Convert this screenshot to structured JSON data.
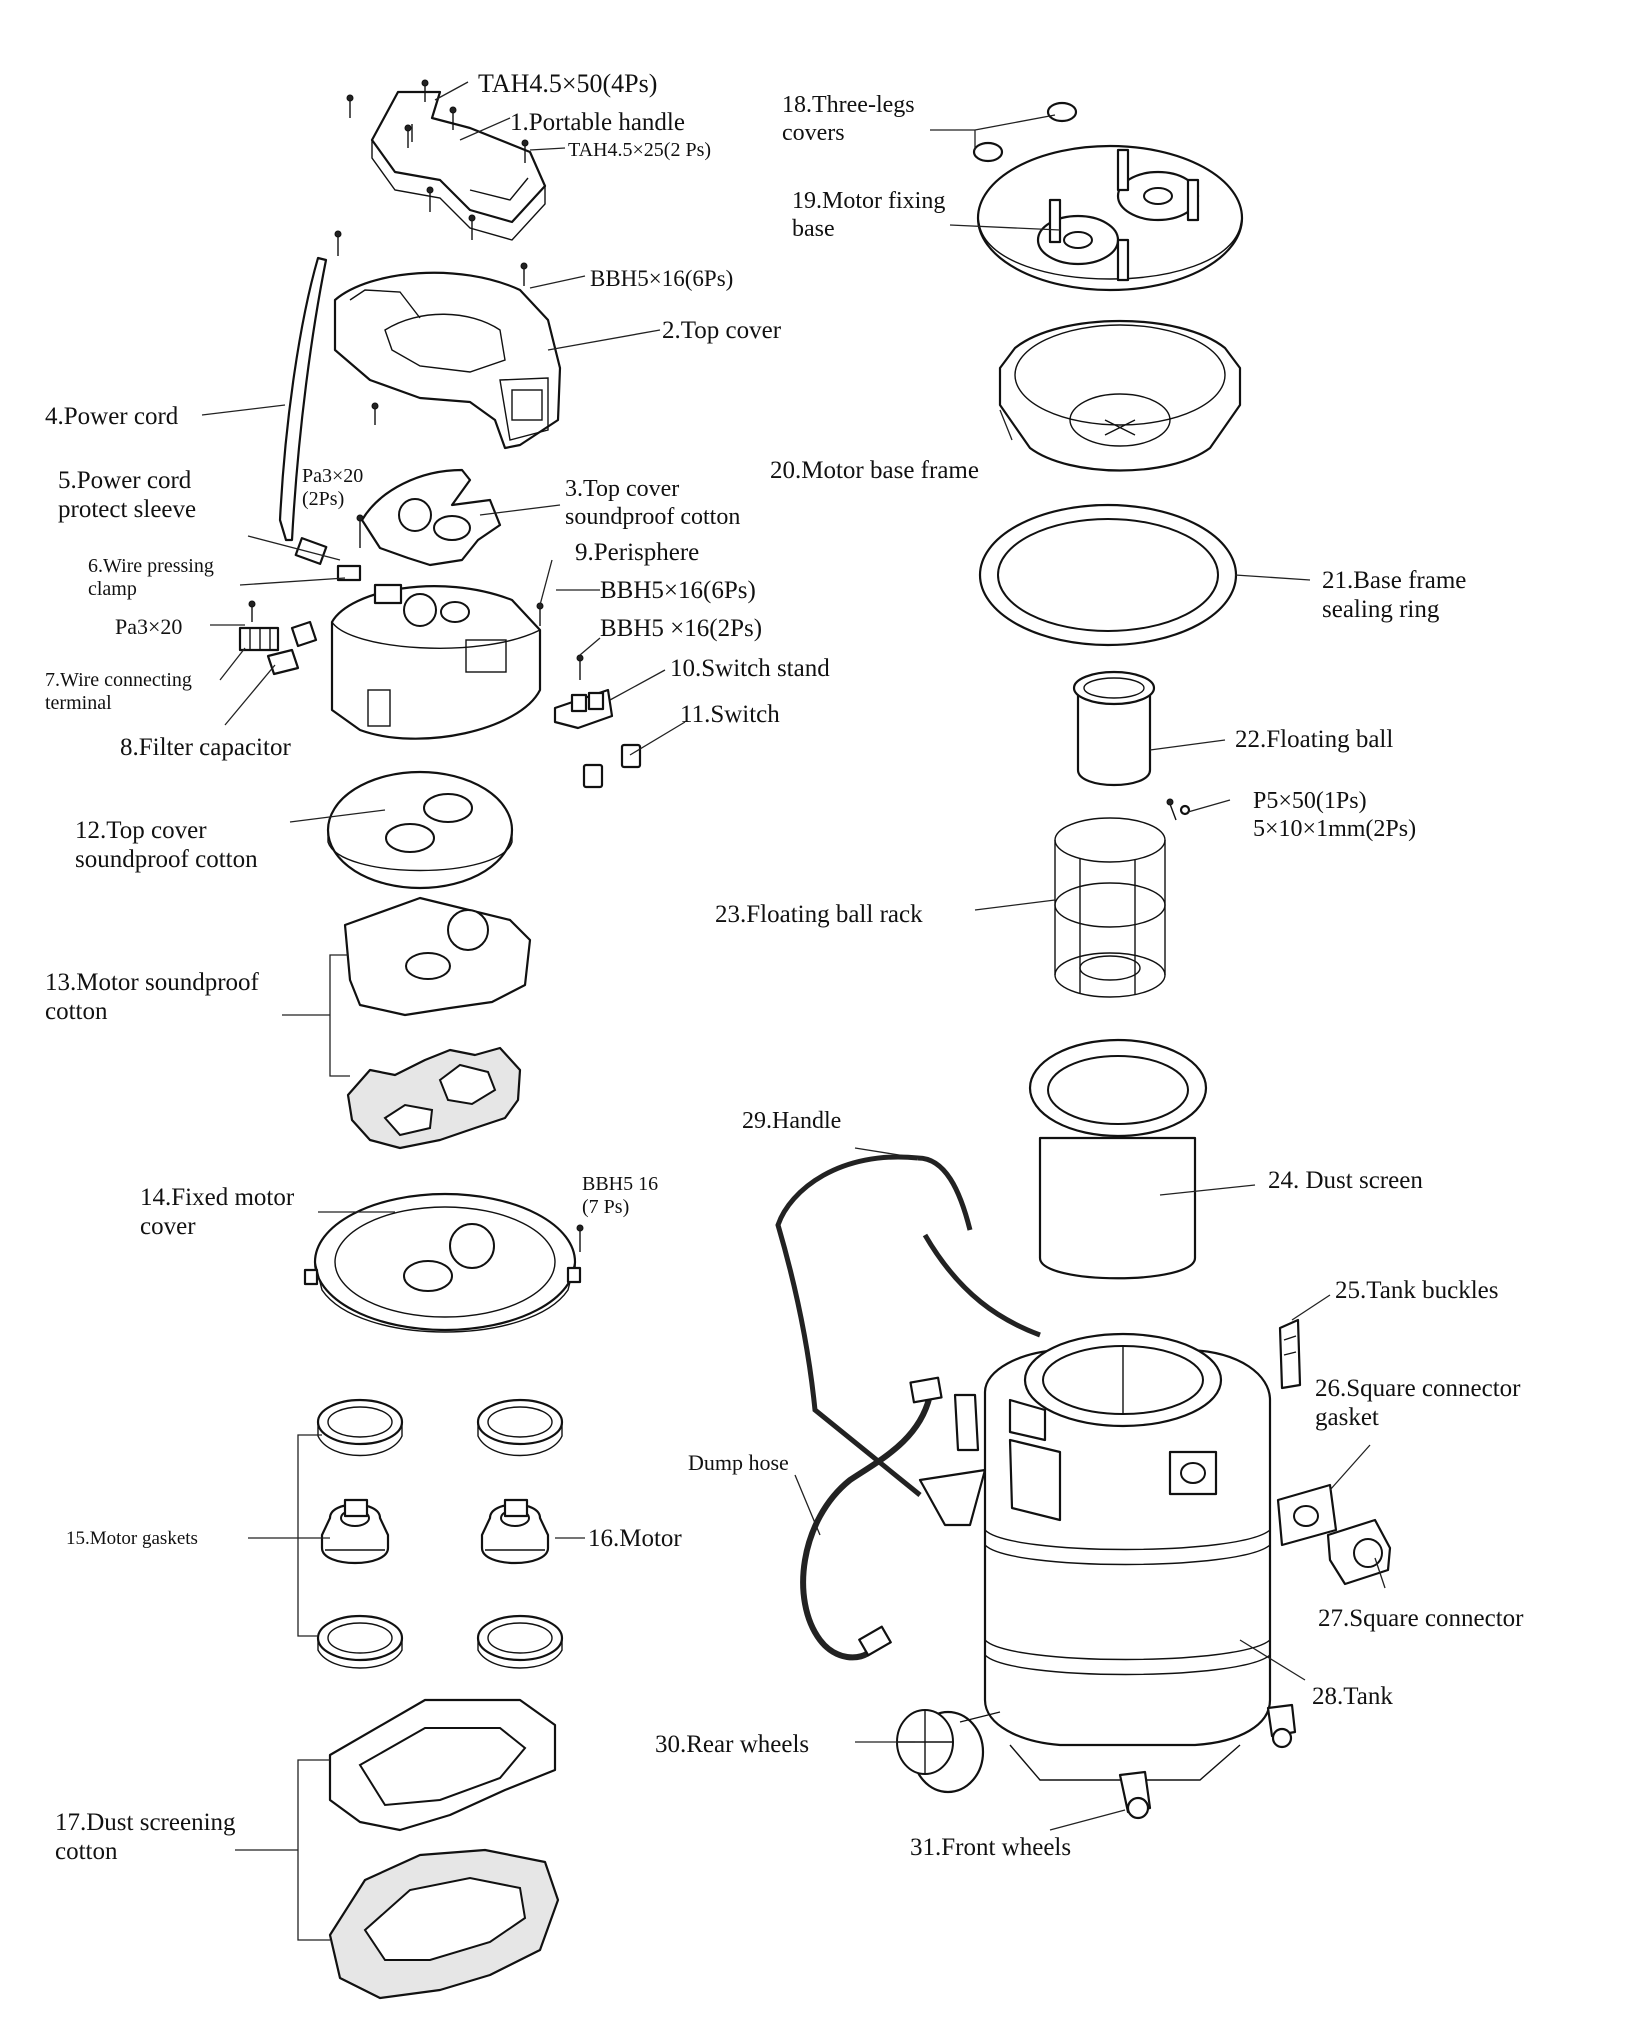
{
  "labels": [
    {
      "key": "fastener-tah-50",
      "lines": [
        "TAH4.5×50(4Ps)"
      ]
    },
    {
      "key": "portable-handle",
      "lines": [
        "1.Portable handle"
      ]
    },
    {
      "key": "fastener-tah-25",
      "lines": [
        "TAH4.5×25(2 Ps)"
      ]
    },
    {
      "key": "fastener-bbh-top",
      "lines": [
        "BBH5×16(6Ps)"
      ]
    },
    {
      "key": "top-cover",
      "lines": [
        "2.Top cover"
      ]
    },
    {
      "key": "power-cord",
      "lines": [
        "4.Power cord"
      ]
    },
    {
      "key": "power-cord-sleeve",
      "lines": [
        "5.Power cord",
        "protect sleeve"
      ]
    },
    {
      "key": "fastener-pa-2",
      "lines": [
        "Pa3×20",
        "(2Ps)"
      ]
    },
    {
      "key": "top-cover-cotton-3",
      "lines": [
        "3.Top cover",
        "soundproof cotton"
      ]
    },
    {
      "key": "wire-clamp",
      "lines": [
        "6.Wire pressing",
        "clamp"
      ]
    },
    {
      "key": "perisphere",
      "lines": [
        "9.Perisphere"
      ]
    },
    {
      "key": "fastener-bbh-6",
      "lines": [
        "BBH5×16(6Ps)"
      ]
    },
    {
      "key": "fastener-pa",
      "lines": [
        "Pa3×20"
      ]
    },
    {
      "key": "fastener-bbh-2",
      "lines": [
        "BBH5 ×16(2Ps)"
      ]
    },
    {
      "key": "wire-terminal",
      "lines": [
        "7.Wire connecting",
        "terminal"
      ]
    },
    {
      "key": "switch-stand",
      "lines": [
        "10.Switch stand"
      ]
    },
    {
      "key": "filter-capacitor",
      "lines": [
        "8.Filter capacitor"
      ]
    },
    {
      "key": "switch",
      "lines": [
        "11.Switch"
      ]
    },
    {
      "key": "top-cover-cotton-12",
      "lines": [
        "12.Top cover",
        "soundproof cotton"
      ]
    },
    {
      "key": "motor-cotton",
      "lines": [
        "13.Motor soundproof",
        "cotton"
      ]
    },
    {
      "key": "fixed-motor-cover",
      "lines": [
        "14.Fixed motor",
        "cover"
      ]
    },
    {
      "key": "fastener-bbh-7",
      "lines": [
        "BBH5   16",
        "(7 Ps)"
      ]
    },
    {
      "key": "motor-gaskets",
      "lines": [
        "15.Motor gaskets"
      ]
    },
    {
      "key": "motor",
      "lines": [
        "16.Motor"
      ]
    },
    {
      "key": "dust-cotton",
      "lines": [
        "17.Dust screening",
        "cotton"
      ]
    },
    {
      "key": "three-legs",
      "lines": [
        "18.Three-legs",
        "covers"
      ]
    },
    {
      "key": "motor-fixing-base",
      "lines": [
        "19.Motor fixing",
        "base"
      ]
    },
    {
      "key": "motor-base-frame",
      "lines": [
        "20.Motor base frame"
      ]
    },
    {
      "key": "sealing-ring",
      "lines": [
        "21.Base frame",
        "sealing ring"
      ]
    },
    {
      "key": "floating-ball",
      "lines": [
        "22.Floating ball"
      ]
    },
    {
      "key": "fastener-p5",
      "lines": [
        "P5×50(1Ps)",
        "5×10×1mm(2Ps)"
      ]
    },
    {
      "key": "floating-ball-rack",
      "lines": [
        "23.Floating ball rack"
      ]
    },
    {
      "key": "handle",
      "lines": [
        "29.Handle"
      ]
    },
    {
      "key": "dust-screen",
      "lines": [
        "24. Dust screen"
      ]
    },
    {
      "key": "tank-buckles",
      "lines": [
        "25.Tank buckles"
      ]
    },
    {
      "key": "square-gasket",
      "lines": [
        "26.Square connector",
        "gasket"
      ]
    },
    {
      "key": "dump-hose",
      "lines": [
        "Dump hose"
      ]
    },
    {
      "key": "square-connector",
      "lines": [
        "27.Square connector"
      ]
    },
    {
      "key": "tank",
      "lines": [
        "28.Tank"
      ]
    },
    {
      "key": "rear-wheels",
      "lines": [
        "30.Rear wheels"
      ]
    },
    {
      "key": "front-wheels",
      "lines": [
        "31.Front wheels"
      ]
    }
  ]
}
